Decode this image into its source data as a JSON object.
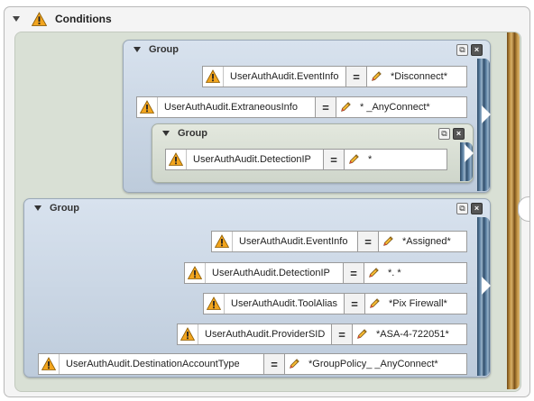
{
  "conditions": {
    "title": "Conditions"
  },
  "groups": [
    {
      "title": "Group"
    },
    {
      "title": "Group"
    },
    {
      "title": "Group"
    }
  ],
  "group_buttons": {
    "restore": "⧉",
    "close": "×"
  },
  "rows": [
    {
      "attribute": "UserAuthAudit.EventInfo",
      "operator": "=",
      "value": "*Disconnect*"
    },
    {
      "attribute": "UserAuthAudit.ExtraneousInfo",
      "operator": "=",
      "value": "*           _AnyConnect*"
    },
    {
      "attribute": "UserAuthAudit.DetectionIP",
      "operator": "=",
      "value": "*"
    },
    {
      "attribute": "UserAuthAudit.EventInfo",
      "operator": "=",
      "value": "*Assigned*"
    },
    {
      "attribute": "UserAuthAudit.DetectionIP",
      "operator": "=",
      "value": "*.                     *"
    },
    {
      "attribute": "UserAuthAudit.ToolAlias",
      "operator": "=",
      "value": "*Pix Firewall*"
    },
    {
      "attribute": "UserAuthAudit.ProviderSID",
      "operator": "=",
      "value": "*ASA-4-722051*"
    },
    {
      "attribute": "UserAuthAudit.DestinationAccountType",
      "operator": "=",
      "value": "*GroupPolicy_          _AnyConnect*"
    }
  ],
  "colors": {
    "warning": "#f0a020",
    "group_blue": "#c8d4e2",
    "body_green": "#d9e0d5",
    "stripe_brown": "#b98a3c"
  },
  "icons": {
    "warning": "warning-icon",
    "pencil": "pencil-icon",
    "collapse": "collapse-triangle-icon"
  }
}
